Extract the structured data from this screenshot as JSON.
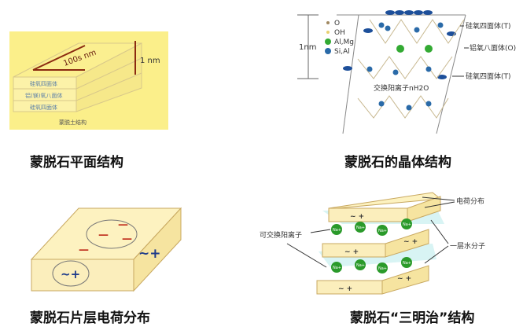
{
  "panels": {
    "plane": {
      "caption": "蒙脱石平面结构",
      "width_label": "100s nm",
      "height_label": "1 nm",
      "layers": [
        "硅氧四面体",
        "铝(镁)氧八面体",
        "硅氧四面体"
      ],
      "footer": "蒙脱土结构"
    },
    "crystal": {
      "caption": "蒙脱石的晶体结构",
      "scale": "1nm",
      "legend": [
        "O",
        "OH",
        "Al,Mg",
        "Si,Al"
      ],
      "labels": [
        "硅氧四面体(T)",
        "铝氧八面体(O)",
        "硅氧四面体(T)"
      ],
      "interlayer": "交换阳离子nH2O"
    },
    "charge": {
      "caption": "蒙脱石片层电荷分布",
      "neg": "—",
      "pos": "~+"
    },
    "sandwich": {
      "caption": "蒙脱石“三明治”结构",
      "charge_label": "电荷分布",
      "cation_label": "可交换阳离子",
      "water_label": "一层水分子",
      "ion": "Na+",
      "pos": "~ +"
    }
  }
}
